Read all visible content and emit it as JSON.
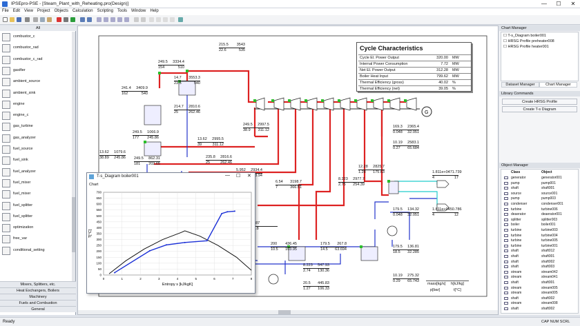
{
  "window": {
    "title": "IPSEpro-PSE - [Steam_Plant_with_Reheating.pro(Design)]",
    "minimize": "—",
    "maximize": "☐",
    "close": "✕"
  },
  "menu": [
    "File",
    "Edit",
    "View",
    "Project",
    "Objects",
    "Calculation",
    "Scripting",
    "Tools",
    "Window",
    "Help"
  ],
  "library": {
    "category_all": "All",
    "items": [
      "combustor_c",
      "combustor_rad",
      "combustor_c_rad",
      "gasifier",
      "ambient_source",
      "ambient_sink",
      "engine",
      "engine_c",
      "gas_turbine",
      "gas_analyzer",
      "fuel_source",
      "fuel_sink",
      "fuel_analyzer",
      "fuel_mixer",
      "fuel_mixer",
      "fuel_splitter",
      "fuel_splitter",
      "optimization",
      "free_var",
      "conditional_setting"
    ],
    "categories": [
      "Mixers, Splitters, etc.",
      "Heat Exchangers, Boilers",
      "Machinery",
      "Fuels and Combustion",
      "General"
    ]
  },
  "cycle": {
    "title": "Cycle Characteristics",
    "rows": [
      {
        "label": "Cycle El. Power Output",
        "value": "320.00",
        "unit": "MW"
      },
      {
        "label": "Internal Power Consumption",
        "value": "7.72",
        "unit": "MW"
      },
      {
        "label": "Net El. Power Output",
        "value": "312.28",
        "unit": "MW"
      },
      {
        "label": "Boiler Heat Input",
        "value": "799.62",
        "unit": "MW"
      },
      {
        "label": "Thermal Efficiency (gross)",
        "value": "40.02",
        "unit": "%"
      },
      {
        "label": "Thermal Efficiency (net)",
        "value": "39.05",
        "unit": "%"
      }
    ]
  },
  "values": [
    {
      "a": "215.5",
      "b": "3543",
      "c": "22.6",
      "d": "535"
    },
    {
      "a": "249.5",
      "b": "3334.4",
      "c": "154",
      "d": "510"
    },
    {
      "a": "241.4",
      "b": "3409.9",
      "c": "162",
      "d": "540"
    },
    {
      "a": "14.7",
      "b": "3553.3",
      "c": "23.5",
      "d": "540"
    },
    {
      "a": "214.7",
      "b": "2810.6",
      "c": "25",
      "d": "262.46"
    },
    {
      "a": "249.5",
      "b": "2997.5",
      "c": "38.9",
      "d": "311.12"
    },
    {
      "a": "249.5",
      "b": "1066.9",
      "c": "177",
      "d": "245.86"
    },
    {
      "a": "13.62",
      "b": "2995.5",
      "c": "39",
      "d": "311.12"
    },
    {
      "a": "13.62",
      "b": "1079.6",
      "c": "38.89",
      "d": "245.86"
    },
    {
      "a": "249.5",
      "b": "862.31",
      "c": "181",
      "d": "202.65"
    },
    {
      "a": "235.8",
      "b": "2816.6",
      "c": "25",
      "d": "262.46"
    },
    {
      "a": "5.952",
      "b": "2934.4",
      "c": "",
      "d": "438.94"
    },
    {
      "a": "6.54",
      "b": "3198.7",
      "c": "7",
      "d": "366.51"
    },
    {
      "a": "8.223",
      "b": "2977.7",
      "c": "2.75",
      "d": "254.39"
    },
    {
      "a": "12.28",
      "b": "2825.7",
      "c": "1.28",
      "d": "175.63"
    },
    {
      "a": "10.19",
      "b": "2583.1",
      "c": "0.27",
      "d": "65.684"
    },
    {
      "a": "169.3",
      "b": "2365.4",
      "c": "0.048",
      "d": "32.051"
    },
    {
      "a": "1.811e+04",
      "b": "71.739",
      "c": "4",
      "d": "17"
    },
    {
      "a": "1.811e+04",
      "b": "50.786",
      "c": "4",
      "d": "12"
    },
    {
      "a": "179.5",
      "b": "134.32",
      "c": "0.048",
      "d": "32.051"
    },
    {
      "a": "179.5",
      "b": "136.81",
      "c": "18.5",
      "d": "32.285"
    },
    {
      "a": "200",
      "b": "436.45",
      "c": "10.5",
      "d": "103.95"
    },
    {
      "a": "179.5",
      "b": "267.8",
      "c": "14.5",
      "d": "63.694"
    },
    {
      "a": "8.223",
      "b": "547.93",
      "c": "2.74",
      "d": "130.36"
    },
    {
      "a": "20.5",
      "b": "445.83",
      "c": "1.27",
      "d": "106.33"
    },
    {
      "a": "10.19",
      "b": "275.32",
      "c": "0.29",
      "d": "65.743"
    },
    {
      "a": "1987",
      "b": "",
      "c": "85.8",
      "d": ""
    }
  ],
  "legend": {
    "r1a": "mass[kg/s]",
    "r1b": "h[kJ/kg]",
    "r2a": "p[bar]",
    "r2b": "t[°C]"
  },
  "ts_dialog": {
    "title": "T-s_Diagram boiler001",
    "chart_label": "Chart",
    "xlabel": "Entropy s [kJ/kgK]",
    "ylabel": "T[°C]"
  },
  "chart_data": {
    "type": "line",
    "title": "",
    "xlabel": "Entropy s [kJ/kgK]",
    "ylabel": "T[°C]",
    "xlim": [
      0,
      8
    ],
    "ylim": [
      0,
      700
    ],
    "x_ticks": [
      "0",
      "1",
      "2",
      "3",
      "4",
      "5",
      "6",
      "7",
      "8"
    ],
    "y_ticks": [
      "0",
      "50",
      "100",
      "150",
      "200",
      "250",
      "300",
      "350",
      "400",
      "450",
      "500",
      "550",
      "600",
      "650",
      "700"
    ],
    "series": [
      {
        "values": [
          [
            0.6,
            20
          ],
          [
            2.5,
            205
          ],
          [
            3.4,
            255
          ],
          [
            4.4,
            275
          ],
          [
            5.6,
            290
          ],
          [
            6.4,
            520
          ],
          [
            6.7,
            535
          ],
          [
            7.1,
            540
          ]
        ]
      }
    ]
  },
  "chart_manager": {
    "title": "Chart Manager",
    "items": [
      "T-s_Diagram boiler001",
      "HRSG Profile preheater008",
      "HRSG Profile heater001"
    ],
    "tabs": [
      "Dataset Manager",
      "Chart Manager"
    ]
  },
  "library_commands": {
    "title": "Library Commands",
    "buttons": [
      "Create HRSG Profile",
      "Create T-s Diagram"
    ]
  },
  "object_manager": {
    "title": "Object Manager",
    "col_class": "Class",
    "col_object": "Object",
    "rows": [
      [
        "generator",
        "generator001"
      ],
      [
        "pump",
        "pump001"
      ],
      [
        "shaft",
        "shaft001"
      ],
      [
        "source",
        "source001"
      ],
      [
        "pump",
        "pump003"
      ],
      [
        "condenser",
        "condenser001"
      ],
      [
        "turbine",
        "turbine006"
      ],
      [
        "deaerator",
        "deaerator001"
      ],
      [
        "splitter",
        "splitter003"
      ],
      [
        "boiler",
        "boiler001"
      ],
      [
        "turbine",
        "turbine003"
      ],
      [
        "turbine",
        "turbine004"
      ],
      [
        "turbine",
        "turbine005"
      ],
      [
        "turbine",
        "turbine001"
      ],
      [
        "shaft",
        "shaft012"
      ],
      [
        "shaft",
        "shaft001"
      ],
      [
        "shaft",
        "shaft002"
      ],
      [
        "shaft",
        "shaft003"
      ],
      [
        "stream",
        "stream042"
      ],
      [
        "stream",
        "stream041"
      ],
      [
        "shaft",
        "shaft001"
      ],
      [
        "stream",
        "stream005"
      ],
      [
        "stream",
        "stream005"
      ],
      [
        "shaft",
        "shaft002"
      ],
      [
        "stream",
        "stream008"
      ],
      [
        "shaft",
        "shaft002"
      ]
    ]
  },
  "status": {
    "left": "Ready",
    "right": "CAP  NUM  SCRL"
  }
}
